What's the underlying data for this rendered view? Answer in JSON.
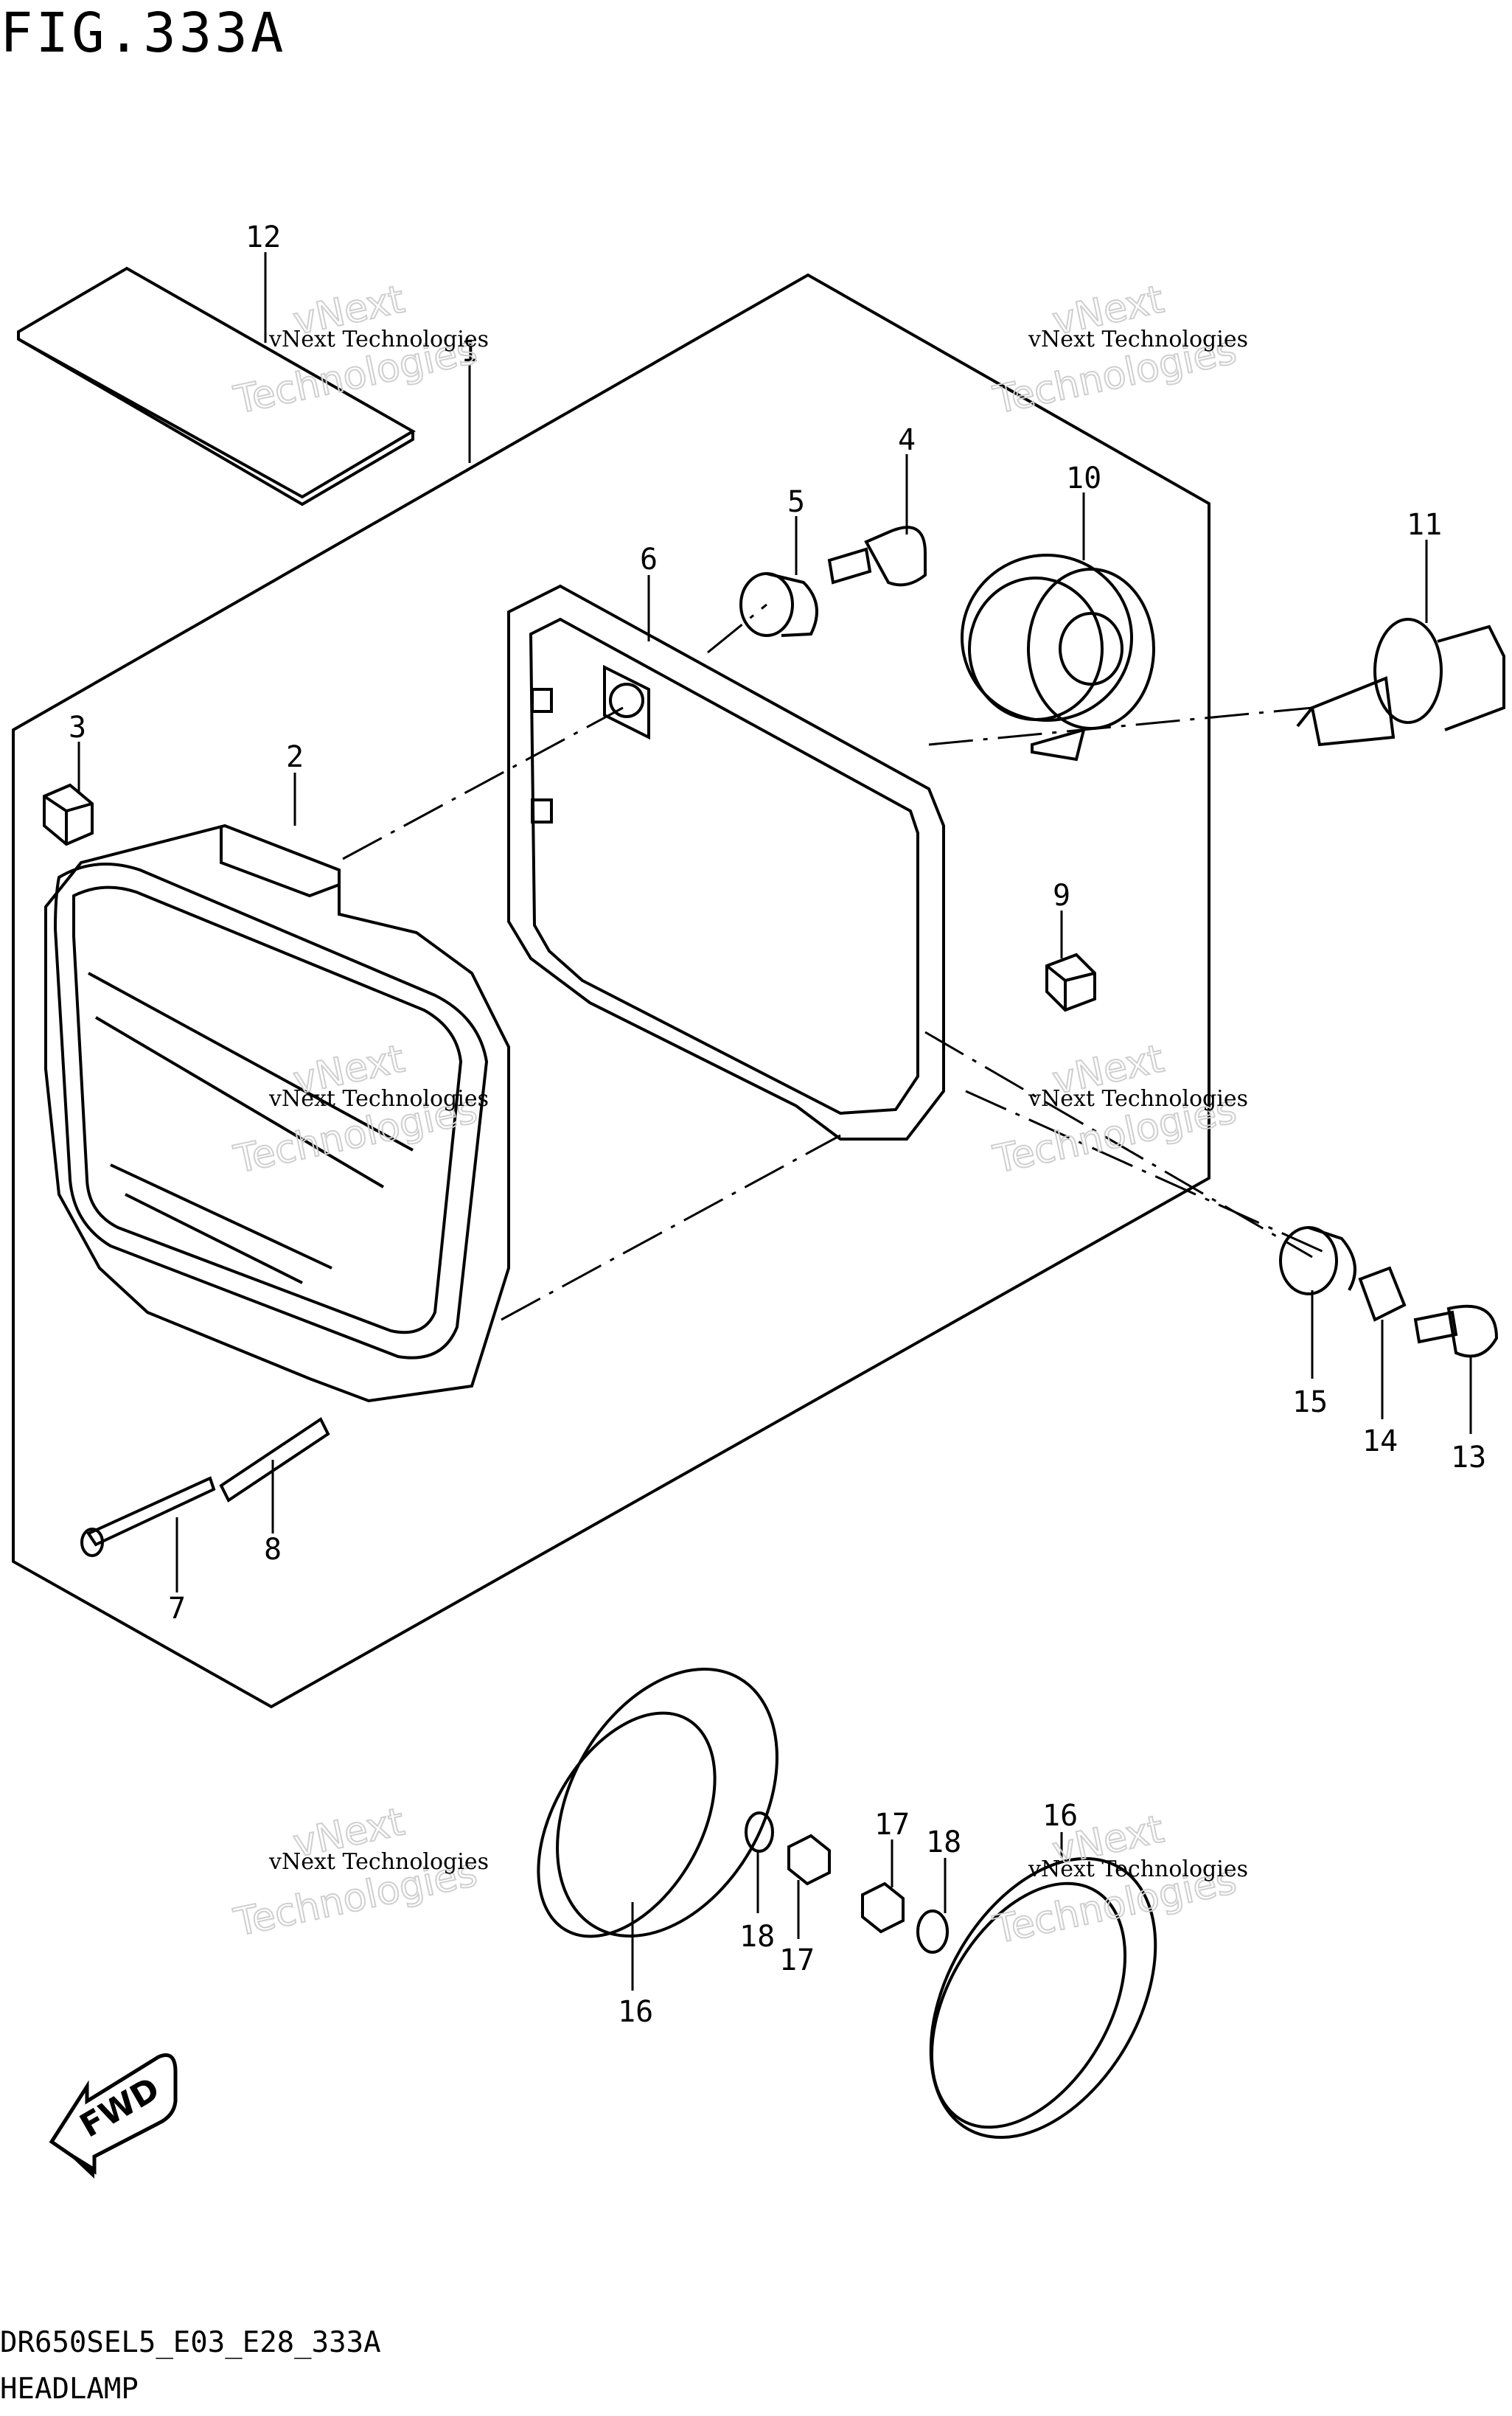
{
  "figure": {
    "title": "FIG.333A",
    "model_code": "DR650SEL5_E03_E28_333A",
    "section_name": "HEADLAMP"
  },
  "callouts": {
    "c1": "1",
    "c2": "2",
    "c3": "3",
    "c4": "4",
    "c5": "5",
    "c6": "6",
    "c7": "7",
    "c8": "8",
    "c9": "9",
    "c10": "10",
    "c11": "11",
    "c12": "12",
    "c13": "13",
    "c14": "14",
    "c15": "15",
    "c16a": "16",
    "c16b": "16",
    "c17a": "17",
    "c17b": "17",
    "c18a": "18",
    "c18b": "18"
  },
  "watermark": {
    "line1": "vNext Technologies",
    "line2": "vNext",
    "line3": "Technologies"
  },
  "fwd_arrow": {
    "label": "FWD"
  }
}
